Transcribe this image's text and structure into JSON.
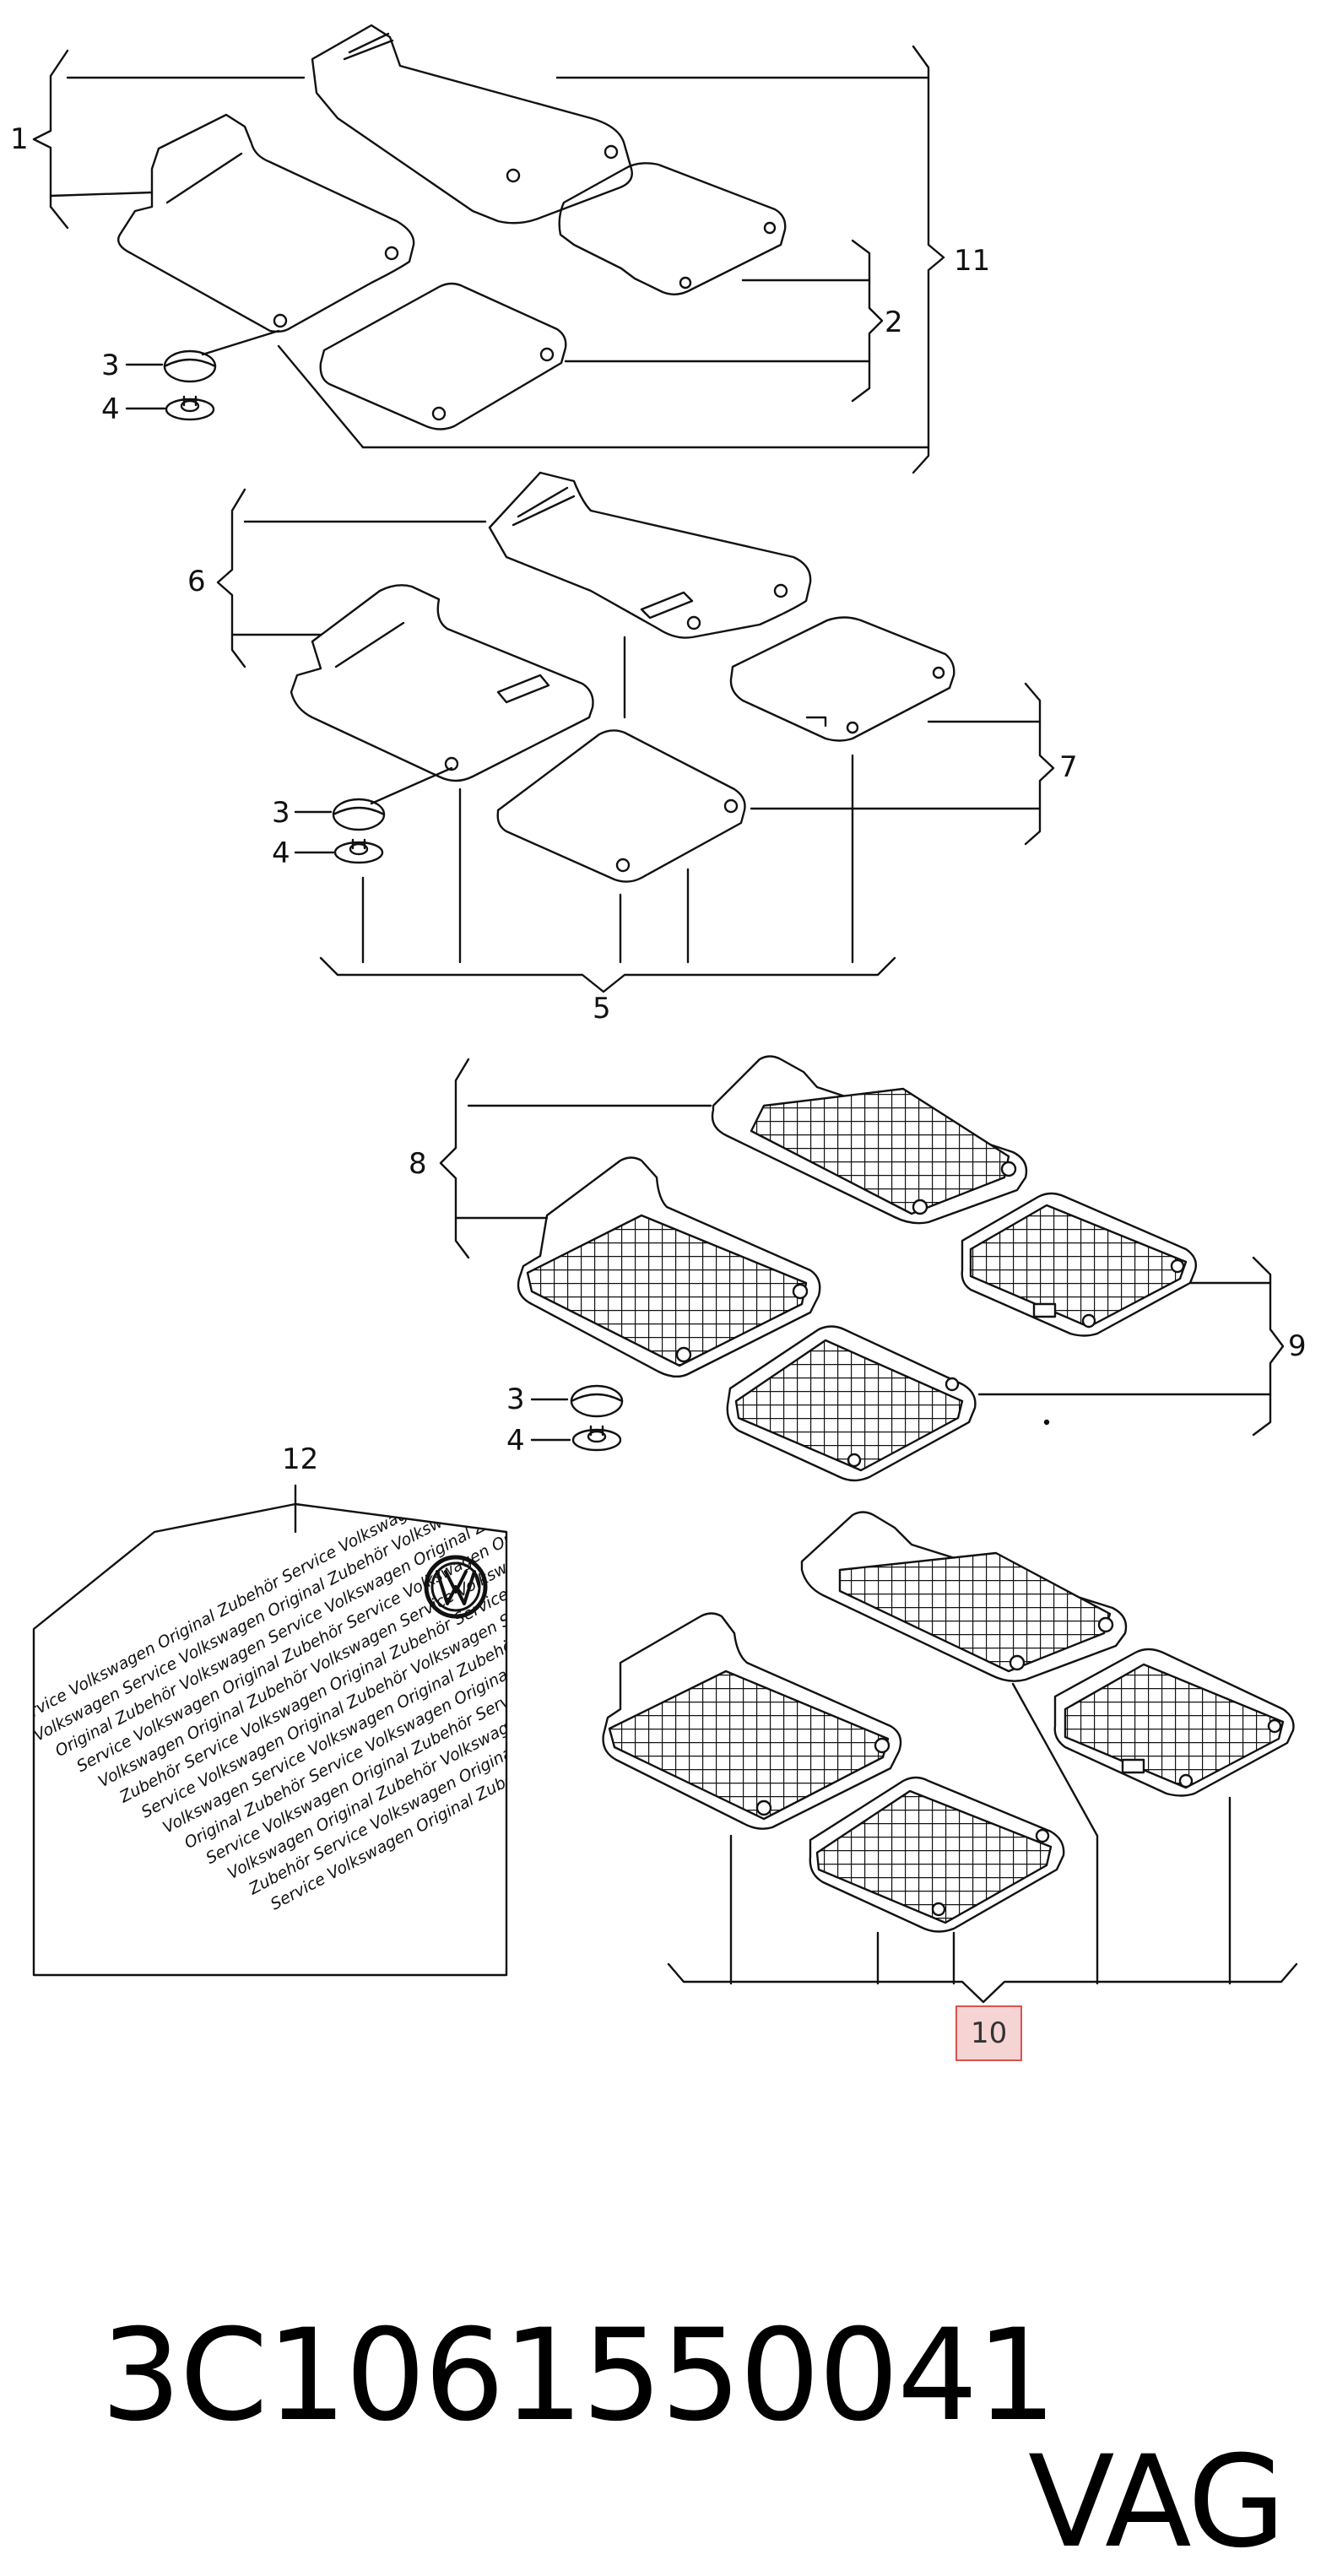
{
  "callouts": {
    "c1": "1",
    "c2": "2",
    "c3a": "3",
    "c4a": "4",
    "c11": "11",
    "c6": "6",
    "c7": "7",
    "c3b": "3",
    "c4b": "4",
    "c5": "5",
    "c8": "8",
    "c9": "9",
    "c3c": "3",
    "c4c": "4",
    "c12": "12",
    "c10": "10"
  },
  "caption": {
    "part_number": "3C1061550041",
    "brand": "VAG"
  },
  "highlight_color": "#f7d4d4",
  "highlight_border": "#d9534f",
  "sticker_lines": [
    "Service Volkswagen Original Zubehör Service Volkswagen Orig",
    "Volkswagen Service Volkswagen Original Zubehör Volkswagen Se",
    "Original Zubehör Volkswagen Service Volkswagen Original Zube",
    "Service Volkswagen Original Zubehör Service Volkswagen Origi",
    "Volkswagen Original Zubehör Volkswagen Service Volkswagen Or",
    "Zubehör Service Volkswagen Original Zubehör Service Volkswag",
    "Service Volkswagen Original Zubehör Volkswagen Service Volks",
    "Volkswagen Service Volkswagen Original Zubehör Volkswagen Se",
    "Original Zubehör Service Volkswagen Original Zubehör Service",
    "Service Volkswagen Original Zubehör Service Volkswagen Origi",
    "Volkswagen Original Zubehör Volkswagen Service Volkswagen Or",
    "Zubehör Service Volkswagen Original Zubehör Service Volkswag",
    "Service Volkswagen Original Zubehör Volkswagen Service Volks"
  ],
  "icons": {
    "logo": "vw-logo-icon"
  }
}
